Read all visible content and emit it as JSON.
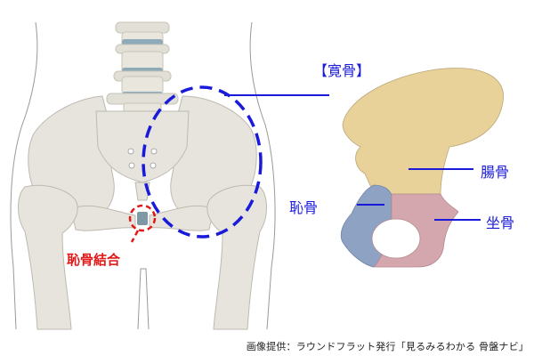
{
  "labels": {
    "hip_bone": "【寛骨】",
    "ilium": "腸骨",
    "pubis": "恥骨",
    "ischium": "坐骨",
    "pubic_symphysis": "恥骨結合"
  },
  "credit": "画像提供：ラウンドフラット発行「見るみるわかる 骨盤ナビ」",
  "colors": {
    "label_blue": "#1a1adb",
    "label_red": "#e01818",
    "ilium": "#e8d29a",
    "pubis": "#8ea3c4",
    "ischium": "#d4a6ad",
    "bone": "#e6e4dc",
    "disc": "#8eaab8"
  },
  "annotations": {
    "hip_bone_highlight": "blue dashed circle around right hip bone",
    "pubic_symphysis_highlight": "red dashed circle around pubic symphysis"
  }
}
